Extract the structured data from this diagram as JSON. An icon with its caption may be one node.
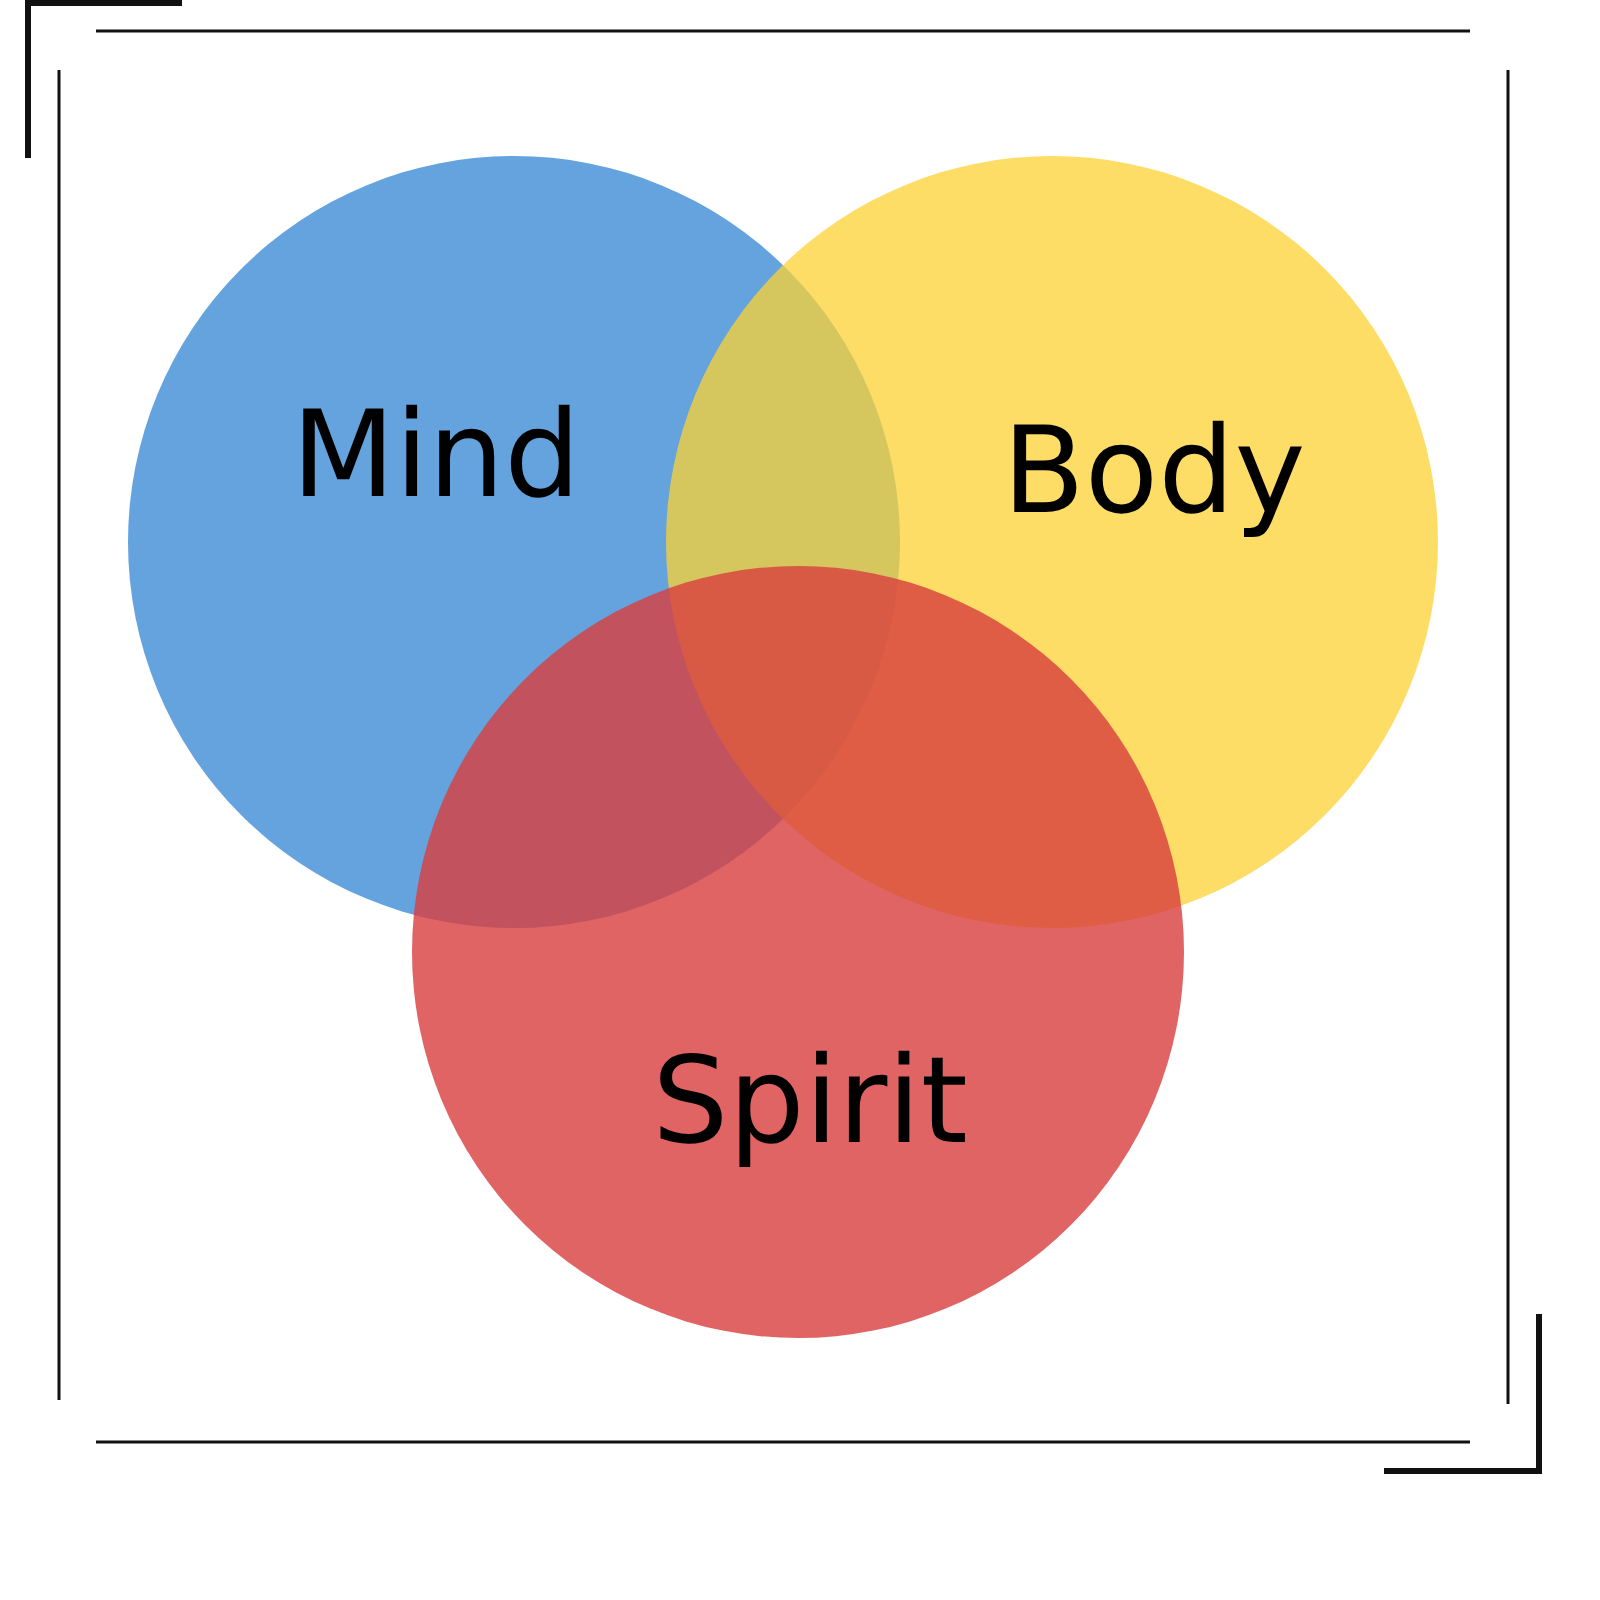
{
  "diagram": {
    "nodes": [
      {
        "text": [
          "Mind"
        ]
      },
      {
        "text": [
          "Body"
        ]
      },
      {
        "text": [
          "Spirit"
        ]
      }
    ]
  }
}
